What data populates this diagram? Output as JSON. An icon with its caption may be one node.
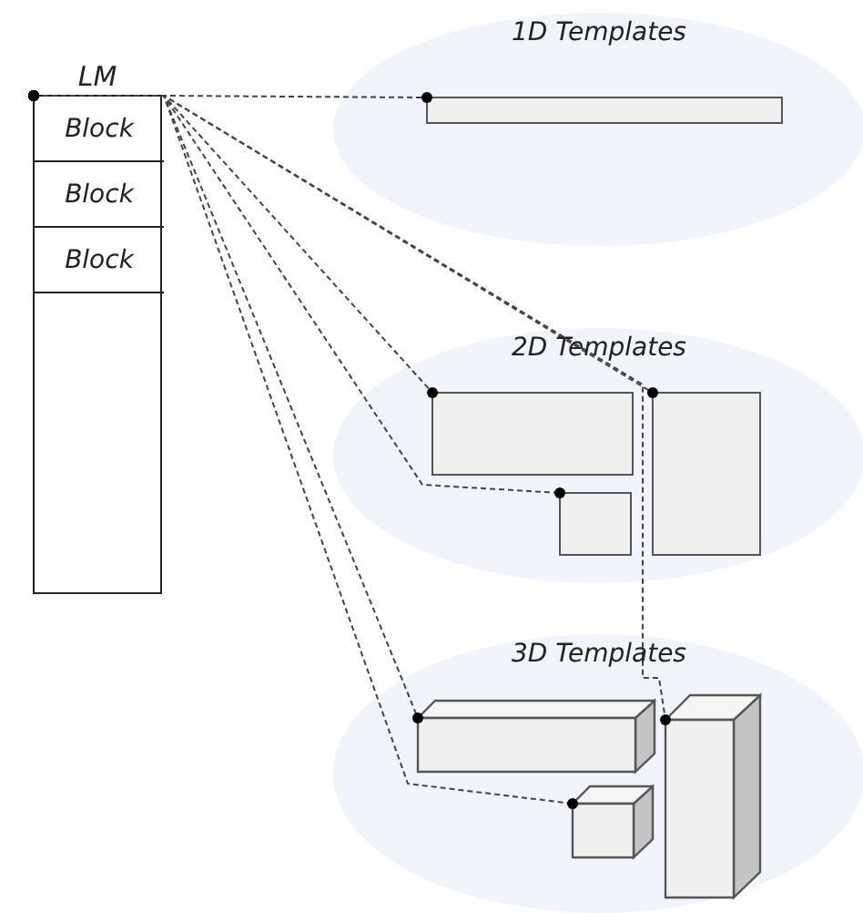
{
  "diagram": {
    "nodes": [
      {
        "text": [
          "LM"
        ]
      },
      {
        "text": [
          "Block"
        ],
        "in": 0
      },
      {
        "text": [
          "Block"
        ],
        "in": 0
      },
      {
        "text": [
          "Block"
        ],
        "in": 0
      },
      {
        "text": [
          "1D Templates"
        ]
      },
      {
        "text": [],
        "shape": "bar",
        "in": 4
      },
      {
        "text": [
          "2D Templates"
        ]
      },
      {
        "text": [],
        "shape": "box",
        "in": 6
      },
      {
        "text": [],
        "shape": "box",
        "in": 6
      },
      {
        "text": [],
        "shape": "box",
        "in": 6
      },
      {
        "text": [
          "3D Templates"
        ]
      },
      {
        "text": [],
        "shape": "cuboid",
        "in": 10
      },
      {
        "text": [],
        "shape": "cuboid",
        "in": 10
      },
      {
        "text": [],
        "shape": "cuboid",
        "in": 10
      }
    ],
    "edges": [
      {
        "from": 0,
        "to": 5,
        "arrow": "other",
        "style": "dashed"
      },
      {
        "from": 0,
        "to": 7,
        "arrow": "other",
        "style": "dashed"
      },
      {
        "from": 0,
        "to": 8,
        "arrow": "other",
        "style": "dashed"
      },
      {
        "from": 0,
        "to": 9,
        "arrow": "other",
        "style": "dashed"
      },
      {
        "from": 0,
        "to": 11,
        "arrow": "other",
        "style": "dashed"
      },
      {
        "from": 0,
        "to": 12,
        "arrow": "other",
        "style": "dashed"
      },
      {
        "from": 0,
        "to": 13,
        "arrow": "other",
        "style": "dashed"
      }
    ]
  }
}
